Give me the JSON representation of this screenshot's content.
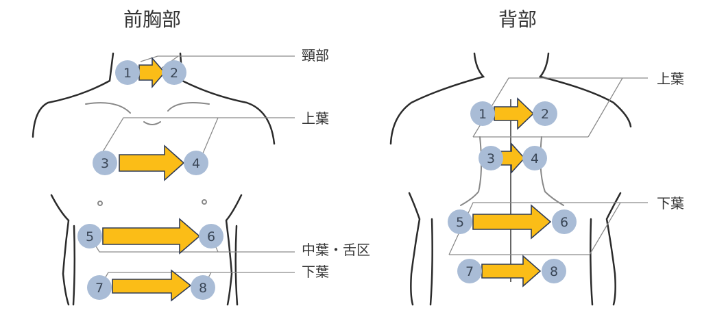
{
  "colors": {
    "circle": "#a9bcd6",
    "arrow": "#fbbd17"
  },
  "front": {
    "title": "前胸部",
    "labels": {
      "neck": "頸部",
      "upper": "上葉",
      "middle": "中葉・舌区",
      "lower": "下葉"
    },
    "points": [
      "1",
      "2",
      "3",
      "4",
      "5",
      "6",
      "7",
      "8"
    ]
  },
  "back": {
    "title": "背部",
    "labels": {
      "upper": "上葉",
      "lower": "下葉"
    },
    "points": [
      "1",
      "2",
      "3",
      "4",
      "5",
      "6",
      "7",
      "8"
    ]
  }
}
